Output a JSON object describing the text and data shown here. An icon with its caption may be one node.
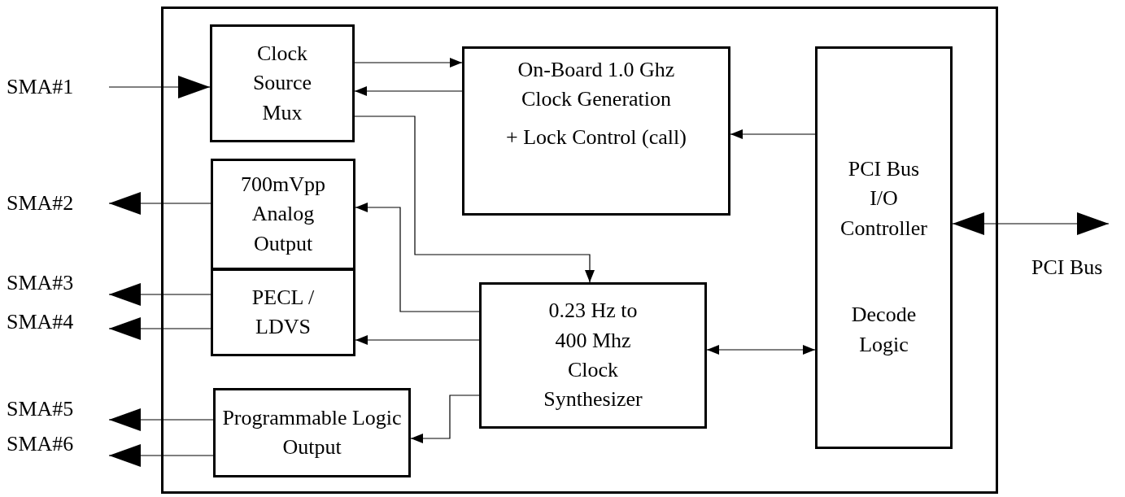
{
  "diagram": {
    "nodes": [
      {
        "text": [],
        "shape": "box"
      },
      {
        "text": [
          "Clock Source Mux"
        ],
        "in": 0
      },
      {
        "text": [
          "On-Board 1.0 Ghz Clock Generation",
          "+ Lock Control (call)"
        ],
        "in": 0
      },
      {
        "text": [
          "700mVpp Analog Output"
        ],
        "in": 0
      },
      {
        "text": [
          "PECL / LDVS"
        ],
        "in": 0
      },
      {
        "text": [
          "0.23 Hz to 400 Mhz Clock Synthesizer"
        ],
        "in": 0
      },
      {
        "text": [
          "PCI Bus I/O Controller",
          "Decode Logic"
        ],
        "in": 0
      },
      {
        "text": [
          "Programmable Logic Output"
        ],
        "in": 0
      },
      {
        "text": [
          "SMA#1"
        ]
      },
      {
        "text": [
          "SMA#2"
        ]
      },
      {
        "text": [
          "SMA#3"
        ]
      },
      {
        "text": [
          "SMA#4"
        ]
      },
      {
        "text": [
          "SMA#5"
        ]
      },
      {
        "text": [
          "SMA#6"
        ]
      }
    ],
    "edges": [
      {
        "from": 8,
        "to": 1,
        "arrow": "to"
      },
      {
        "from": 1,
        "to": 2,
        "arrow": "to"
      },
      {
        "from": 2,
        "to": 1,
        "arrow": "to"
      },
      {
        "from": 1,
        "to": 5,
        "arrow": "to"
      },
      {
        "from": 6,
        "to": 2,
        "arrow": "to"
      },
      {
        "from": 5,
        "to": 3,
        "arrow": "to"
      },
      {
        "from": 5,
        "to": 4,
        "arrow": "to"
      },
      {
        "from": 5,
        "to": 7,
        "arrow": "to"
      },
      {
        "from": 5,
        "to": 6,
        "arrow": "both"
      },
      {
        "from": 3,
        "to": 9,
        "arrow": "to"
      },
      {
        "from": 4,
        "to": 10,
        "arrow": "to"
      },
      {
        "from": 4,
        "to": 11,
        "arrow": "to"
      },
      {
        "from": 7,
        "to": 12,
        "arrow": "to"
      },
      {
        "from": 7,
        "to": 13,
        "arrow": "to"
      },
      {
        "from": 6,
        "to": null,
        "arrow": "both"
      }
    ],
    "labels": [
      "PCI Bus"
    ]
  }
}
